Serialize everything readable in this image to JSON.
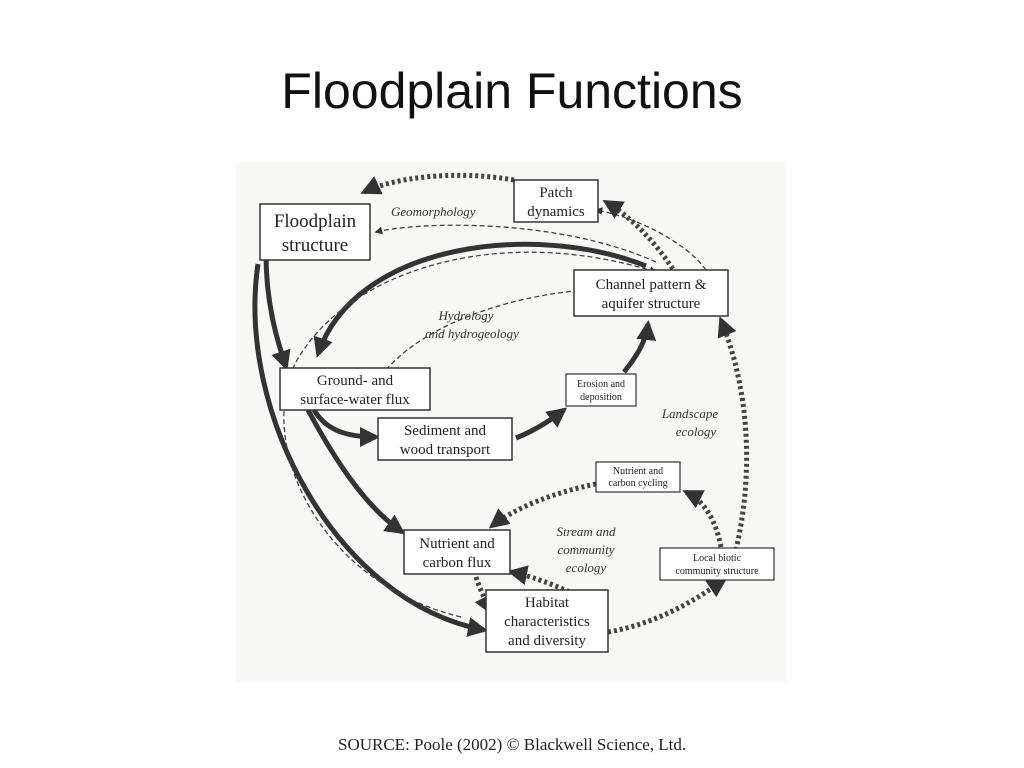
{
  "slide": {
    "title": "Floodplain Functions"
  },
  "diagram": {
    "nodes": {
      "floodplain_structure": [
        "Floodplain",
        "structure"
      ],
      "patch_dynamics": [
        "Patch",
        "dynamics"
      ],
      "channel_pattern": [
        "Channel pattern &",
        "aquifer structure"
      ],
      "groundwater_flux": [
        "Ground- and",
        "surface-water flux"
      ],
      "erosion_deposition": [
        "Erosion and",
        "deposition"
      ],
      "sediment_transport": [
        "Sediment and",
        "wood transport"
      ],
      "nutrient_cycling": [
        "Nutrient and",
        "carbon cycling"
      ],
      "nutrient_flux": [
        "Nutrient and",
        "carbon flux"
      ],
      "local_biotic": [
        "Local biotic",
        "community structure"
      ],
      "habitat": [
        "Habitat",
        "characteristics",
        "and diversity"
      ]
    },
    "domains": {
      "geomorphology": [
        "Geomorphology"
      ],
      "hydrology": [
        "Hydrology",
        "and hydrogeology"
      ],
      "landscape": [
        "Landscape",
        "ecology"
      ],
      "stream": [
        "Stream and",
        "community",
        "ecology"
      ]
    }
  },
  "footer": {
    "source": "SOURCE: Poole (2002) © Blackwell Science, Ltd."
  }
}
